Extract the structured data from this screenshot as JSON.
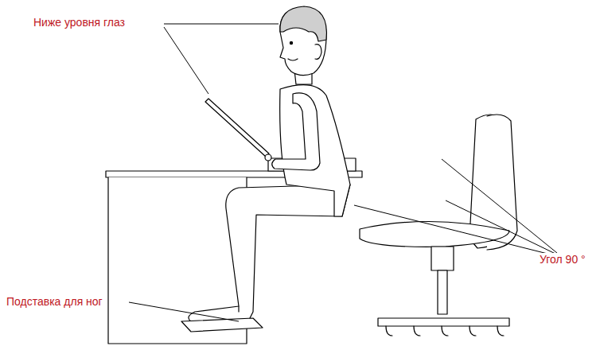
{
  "diagram": {
    "labels": [
      "Ниже уровня глаз",
      "Угол 90 °",
      "Подставка для ног"
    ]
  }
}
